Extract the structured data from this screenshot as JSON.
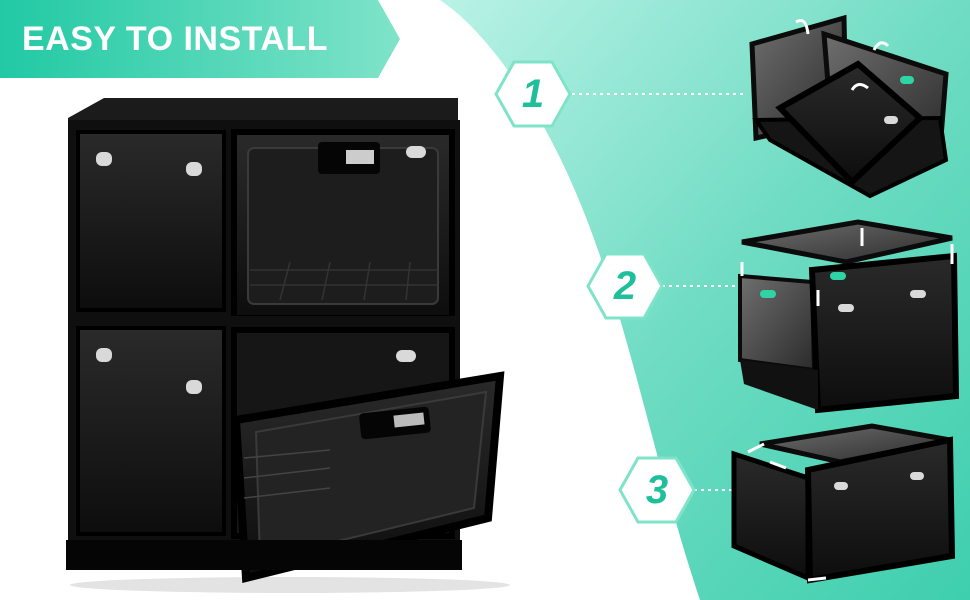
{
  "banner": {
    "title": "EASY TO INSTALL"
  },
  "steps": [
    {
      "number": "1",
      "image": "box-folding-step"
    },
    {
      "number": "2",
      "image": "box-assembling-step"
    },
    {
      "number": "3",
      "image": "box-completed-step"
    }
  ],
  "colors": {
    "accent": "#1fbf9c",
    "teal_light": "#aef0e0",
    "box_black": "#111111"
  },
  "icons": [
    "rotate-arrow-icon",
    "down-arrow-icon"
  ]
}
